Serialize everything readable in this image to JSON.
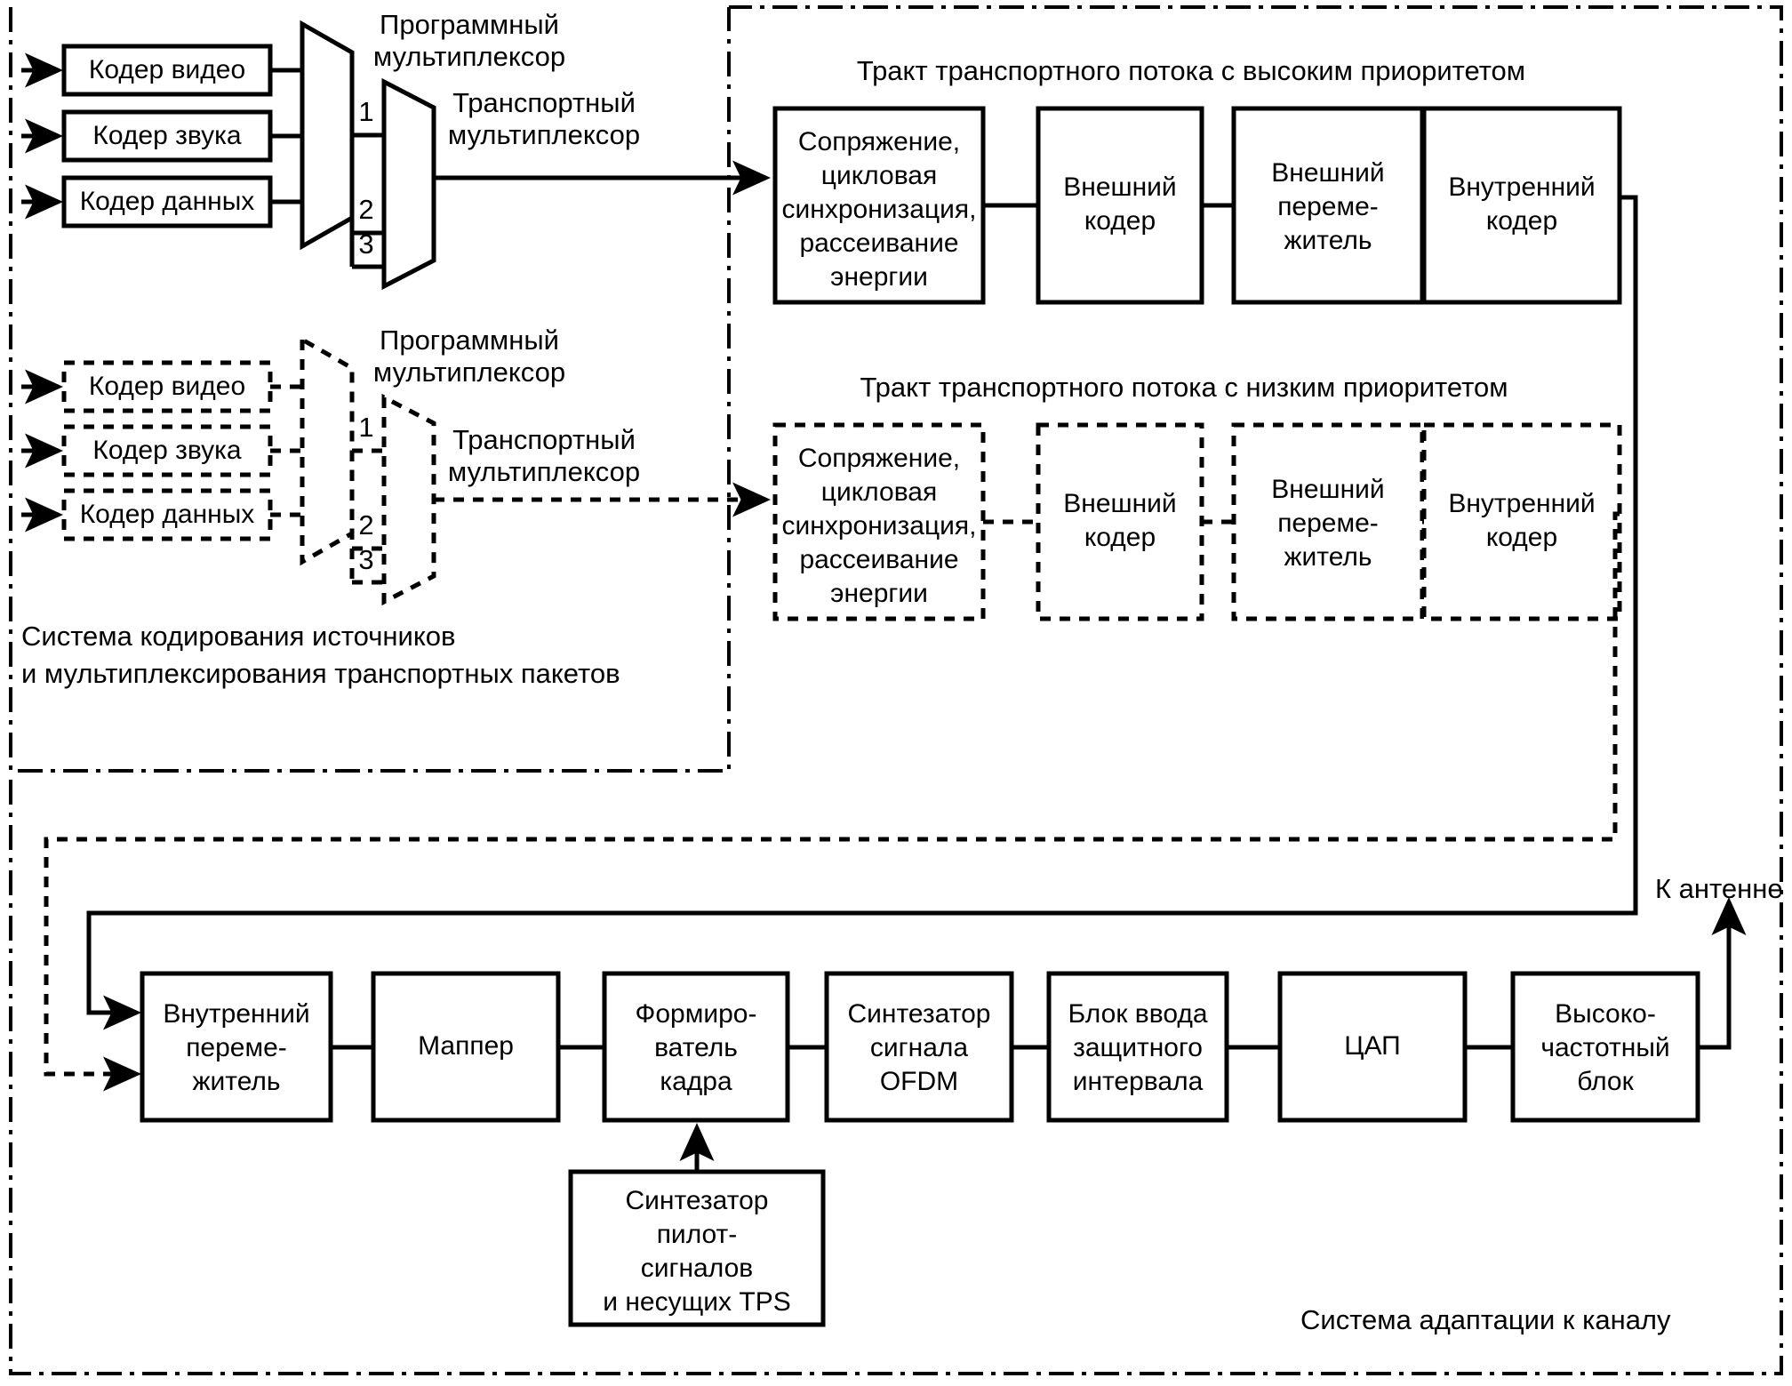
{
  "diagram": {
    "title": "Structural block diagram of a DVB-T transmitter",
    "colors": {
      "stroke": "#000000",
      "fill": "#ffffff",
      "text": "#000000"
    }
  },
  "regions": {
    "source_coding": {
      "caption_line1": "Система кодирования источников",
      "caption_line2": "и мультиплексирования транспортных пакетов"
    },
    "channel_adaptation": {
      "caption": "Система адаптации к каналу"
    }
  },
  "source_group_high": {
    "encoders": [
      {
        "label": "Кодер видео"
      },
      {
        "label": "Кодер звука"
      },
      {
        "label": "Кодер данных"
      }
    ],
    "program_mux_label_line1": "Программный",
    "program_mux_label_line2": "мультиплексор",
    "transport_mux_label_line1": "Транспортный",
    "transport_mux_label_line2": "мультиплексор",
    "pins": [
      "1",
      "2",
      "3"
    ]
  },
  "source_group_low": {
    "encoders": [
      {
        "label": "Кодер видео"
      },
      {
        "label": "Кодер звука"
      },
      {
        "label": "Кодер данных"
      }
    ],
    "program_mux_label_line1": "Программный",
    "program_mux_label_line2": "мультиплексор",
    "transport_mux_label_line1": "Транспортный",
    "transport_mux_label_line2": "мультиплексор",
    "pins": [
      "1",
      "2",
      "3"
    ]
  },
  "path_high": {
    "title": "Тракт транспортного потока с высоким приоритетом",
    "blocks": [
      {
        "lines": [
          "Сопряжение,",
          "цикловая",
          "синхронизация,",
          "рассеивание",
          "энергии"
        ]
      },
      {
        "lines": [
          "Внешний",
          "кодер"
        ]
      },
      {
        "lines": [
          "Внешний",
          "переме-",
          "житель"
        ]
      },
      {
        "lines": [
          "Внутренний",
          "кодер"
        ]
      }
    ]
  },
  "path_low": {
    "title": "Тракт транспортного потока с низким приоритетом",
    "blocks": [
      {
        "lines": [
          "Сопряжение,",
          "цикловая",
          "синхронизация,",
          "рассеивание",
          "энергии"
        ]
      },
      {
        "lines": [
          "Внешний",
          "кодер"
        ]
      },
      {
        "lines": [
          "Внешний",
          "переме-",
          "житель"
        ]
      },
      {
        "lines": [
          "Внутренний",
          "кодер"
        ]
      }
    ]
  },
  "channel_chain": {
    "blocks": [
      {
        "lines": [
          "Внутренний",
          "переме-",
          "житель"
        ]
      },
      {
        "lines": [
          "Маппер"
        ]
      },
      {
        "lines": [
          "Формиро-",
          "ватель",
          "кадра"
        ]
      },
      {
        "lines": [
          "Синтезатор",
          "сигнала",
          "OFDM"
        ]
      },
      {
        "lines": [
          "Блок ввода",
          "защитного",
          "интервала"
        ]
      },
      {
        "lines": [
          "ЦАП"
        ]
      },
      {
        "lines": [
          "Высоко-",
          "частотный",
          "блок"
        ]
      }
    ],
    "pilot_block": {
      "lines": [
        "Синтезатор",
        "пилот-",
        "сигналов",
        "и несущих TPS"
      ]
    },
    "antenna_label": "К антенне"
  }
}
